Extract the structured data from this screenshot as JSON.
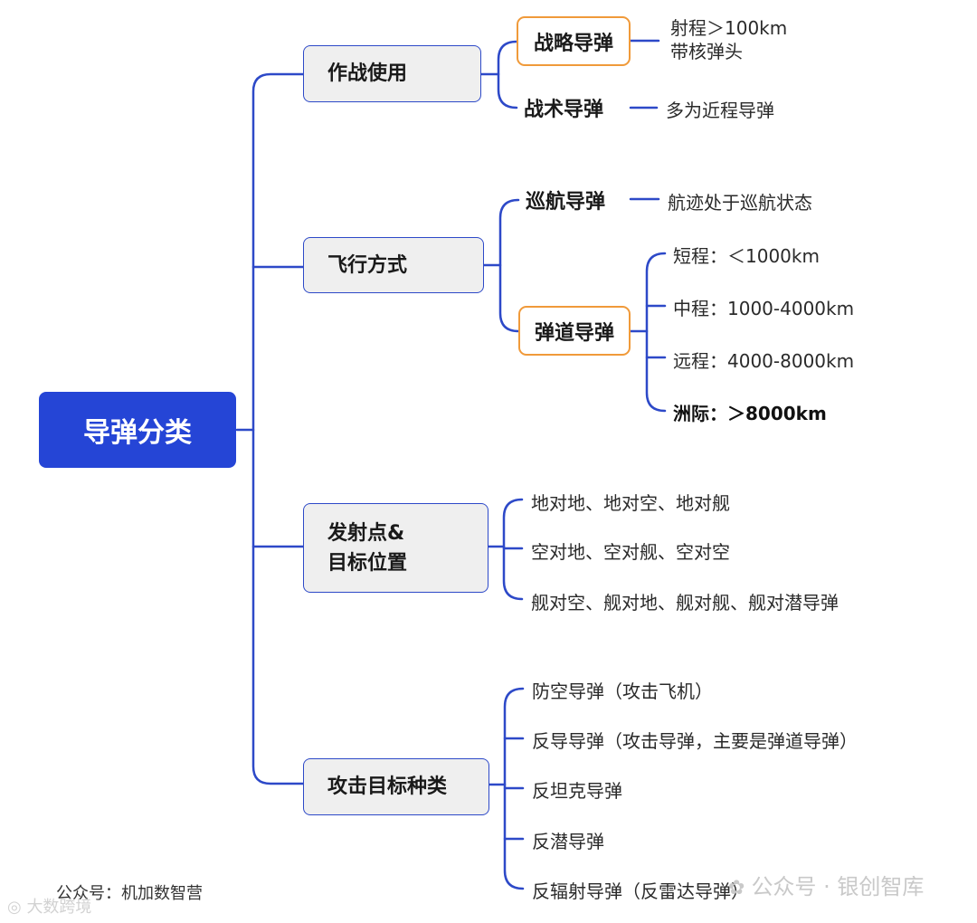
{
  "root": {
    "label": "导弹分类"
  },
  "branches": {
    "combat_use": {
      "label": "作战使用",
      "strategic": {
        "label": "战略导弹",
        "desc_line1": "射程＞100km",
        "desc_line2": "带核弹头"
      },
      "tactical": {
        "label": "战术导弹",
        "desc": "多为近程导弹"
      }
    },
    "flight_mode": {
      "label": "飞行方式",
      "cruise": {
        "label": "巡航导弹",
        "desc": "航迹处于巡航状态"
      },
      "ballistic": {
        "label": "弹道导弹",
        "ranges": [
          "短程：＜1000km",
          "中程：1000-4000km",
          "远程：4000-8000km",
          "洲际：＞8000km"
        ]
      }
    },
    "launch_target": {
      "label_line1": "发射点&",
      "label_line2": "目标位置",
      "items": [
        "地对地、地对空、地对舰",
        "空对地、空对舰、空对空",
        "舰对空、舰对地、舰对舰、舰对潜导弹"
      ]
    },
    "attack_target": {
      "label": "攻击目标种类",
      "items": [
        "防空导弹（攻击飞机）",
        "反导导弹（攻击导弹，主要是弹道导弹）",
        "反坦克导弹",
        "反潜导弹",
        "反辐射导弹（反雷达导弹）"
      ]
    }
  },
  "footer": {
    "source": "公众号：机加数智营"
  },
  "watermarks": {
    "right": "公众号 · 银创智库",
    "left": "大数跨境"
  },
  "colors": {
    "primary": "#2545d6",
    "connector": "#2d49c8",
    "highlight": "#f09a3a",
    "box_fill": "#efefef"
  }
}
